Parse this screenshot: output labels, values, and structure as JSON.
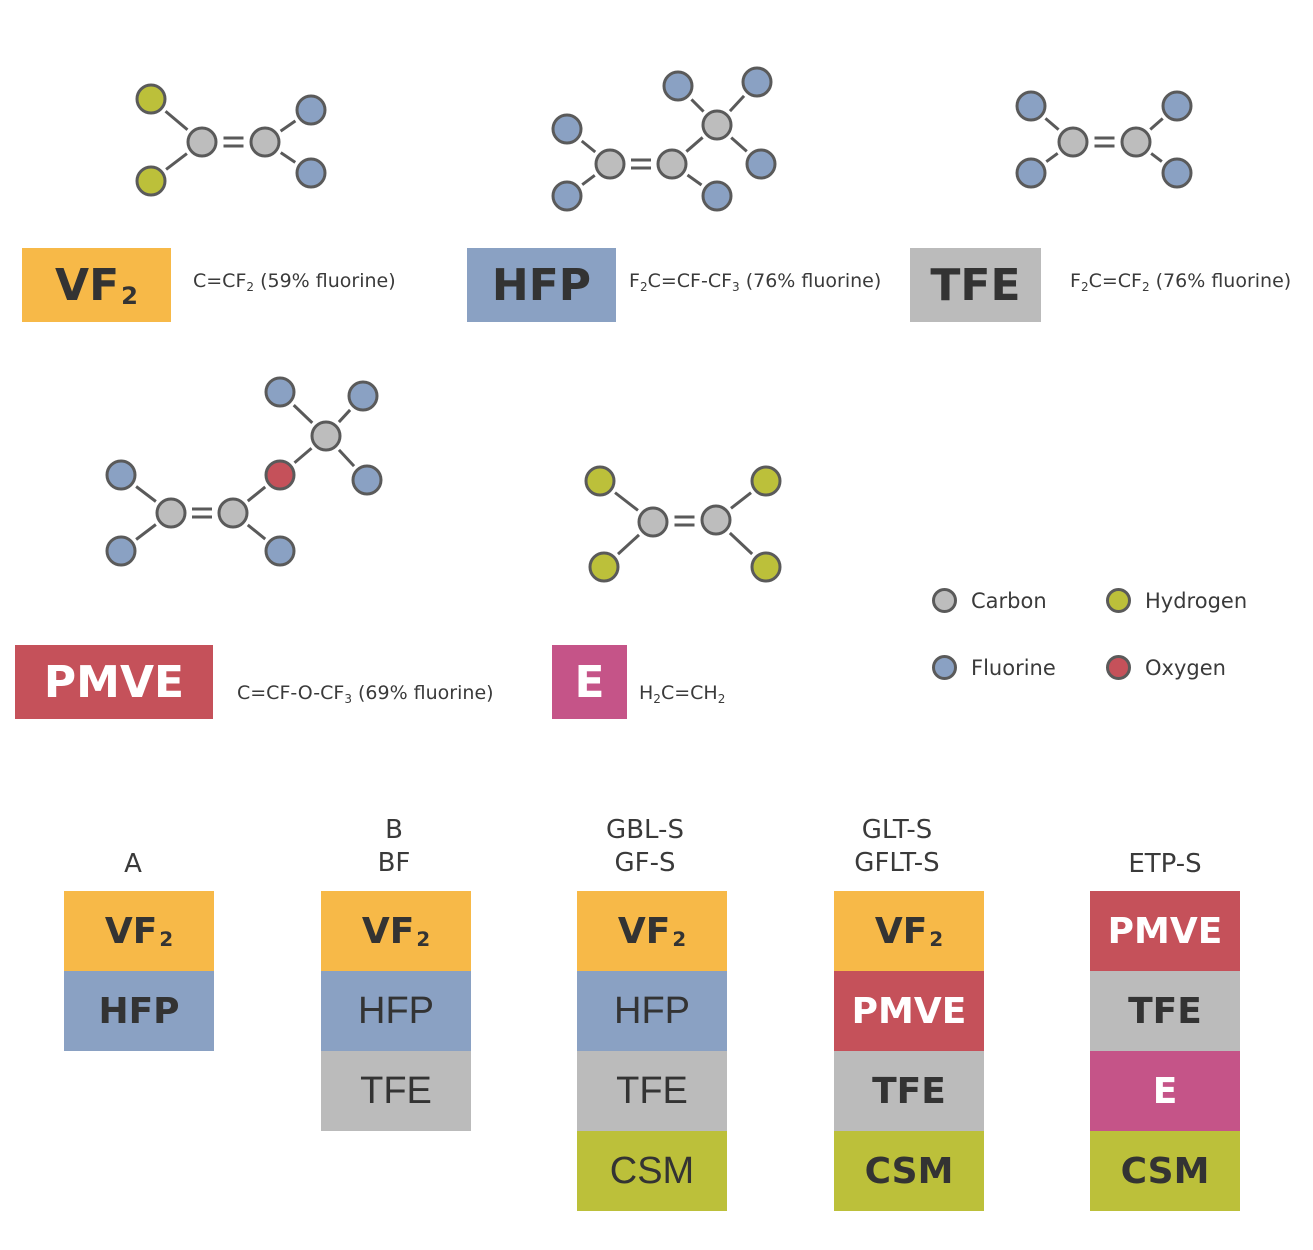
{
  "colors": {
    "vf2": "#F7B948",
    "hfp": "#8AA1C3",
    "tfe": "#BBBBBB",
    "pmve": "#C5515A",
    "e": "#C55488",
    "csm": "#BCC03A",
    "carbon": "#BDBDBD",
    "fluorine": "#8AA1C3",
    "hydrogen": "#BCC03A",
    "oxygen": "#C5515A",
    "bond": "#5a5a5a",
    "text_dark": "#333333",
    "text_white": "#ffffff"
  },
  "monomers": [
    {
      "id": "vf2",
      "label": "VF",
      "label_sub": "2",
      "formula_html": "C=CF<sub>2</sub> (59% fluorine)"
    },
    {
      "id": "hfp",
      "label": "HFP",
      "label_sub": "",
      "formula_html": "F<sub>2</sub>C=CF-CF<sub>3</sub> (76% fluorine)"
    },
    {
      "id": "tfe",
      "label": "TFE",
      "label_sub": "",
      "formula_html": "F<sub>2</sub>C=CF<sub>2</sub> (76% fluorine)"
    },
    {
      "id": "pmve",
      "label": "PMVE",
      "label_sub": "",
      "formula_html": "C=CF-O-CF<sub>3</sub> (69% fluorine)"
    },
    {
      "id": "e",
      "label": "E",
      "label_sub": "",
      "formula_html": "H<sub>2</sub>C=CH<sub>2</sub>"
    }
  ],
  "legend": [
    {
      "name": "Carbon",
      "color": "#BDBDBD"
    },
    {
      "name": "Hydrogen",
      "color": "#BCC03A"
    },
    {
      "name": "Fluorine",
      "color": "#8AA1C3"
    },
    {
      "name": "Oxygen",
      "color": "#C5515A"
    }
  ],
  "groups": [
    {
      "titles": [
        "A"
      ],
      "blocks": [
        {
          "label": "VF",
          "sub": "2",
          "color": "vf2",
          "style": "bold",
          "text": "dark"
        },
        {
          "label": "HFP",
          "sub": "",
          "color": "hfp",
          "style": "bold",
          "text": "dark"
        }
      ]
    },
    {
      "titles": [
        "B",
        "BF"
      ],
      "blocks": [
        {
          "label": "VF",
          "sub": "2",
          "color": "vf2",
          "style": "bold",
          "text": "dark"
        },
        {
          "label": "HFP",
          "sub": "",
          "color": "hfp",
          "style": "light",
          "text": "dark"
        },
        {
          "label": "TFE",
          "sub": "",
          "color": "tfe",
          "style": "light",
          "text": "dark"
        }
      ]
    },
    {
      "titles": [
        "GBL-S",
        "GF-S"
      ],
      "blocks": [
        {
          "label": "VF",
          "sub": "2",
          "color": "vf2",
          "style": "bold",
          "text": "dark"
        },
        {
          "label": "HFP",
          "sub": "",
          "color": "hfp",
          "style": "light",
          "text": "dark"
        },
        {
          "label": "TFE",
          "sub": "",
          "color": "tfe",
          "style": "light",
          "text": "dark"
        },
        {
          "label": "CSM",
          "sub": "",
          "color": "csm",
          "style": "light",
          "text": "dark"
        }
      ]
    },
    {
      "titles": [
        "GLT-S",
        "GFLT-S"
      ],
      "blocks": [
        {
          "label": "VF",
          "sub": "2",
          "color": "vf2",
          "style": "bold",
          "text": "dark"
        },
        {
          "label": "PMVE",
          "sub": "",
          "color": "pmve",
          "style": "bold",
          "text": "white"
        },
        {
          "label": "TFE",
          "sub": "",
          "color": "tfe",
          "style": "bold",
          "text": "dark"
        },
        {
          "label": "CSM",
          "sub": "",
          "color": "csm",
          "style": "bold",
          "text": "dark"
        }
      ]
    },
    {
      "titles": [
        "ETP-S"
      ],
      "blocks": [
        {
          "label": "PMVE",
          "sub": "",
          "color": "pmve",
          "style": "bold",
          "text": "white"
        },
        {
          "label": "TFE",
          "sub": "",
          "color": "tfe",
          "style": "bold",
          "text": "dark"
        },
        {
          "label": "E",
          "sub": "",
          "color": "e",
          "style": "bold",
          "text": "white"
        },
        {
          "label": "CSM",
          "sub": "",
          "color": "csm",
          "style": "bold",
          "text": "dark"
        }
      ]
    }
  ]
}
